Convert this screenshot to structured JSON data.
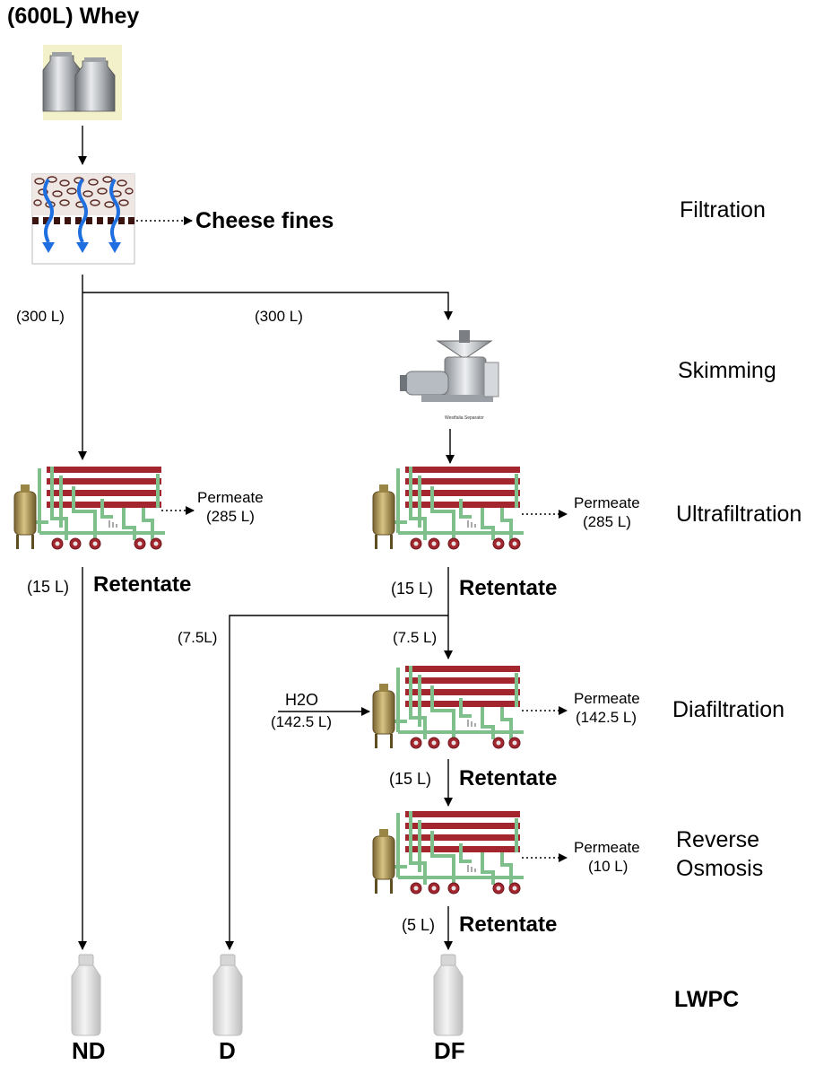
{
  "source": {
    "label": "(600L) Whey"
  },
  "filtration": {
    "waste": "Cheese fines"
  },
  "split": {
    "left_volume": "(300 L)",
    "right_volume": "(300 L)"
  },
  "stages": {
    "filtration": "Filtration",
    "skimming": "Skimming",
    "ultrafiltration": "Ultrafiltration",
    "diafiltration": "Diafiltration",
    "reverse_osmosis_line1": "Reverse",
    "reverse_osmosis_line2": "Osmosis",
    "lwpc": "LWPC"
  },
  "uf_left": {
    "permeate_label": "Permeate",
    "permeate_volume": "(285 L)",
    "retentate_volume": "(15 L)",
    "retentate_label": "Retentate"
  },
  "uf_right": {
    "permeate_label": "Permeate",
    "permeate_volume": "(285 L)",
    "retentate_volume": "(15 L)",
    "retentate_label": "Retentate"
  },
  "split2": {
    "left_volume": "(7.5L)",
    "right_volume": "(7.5 L)"
  },
  "diafiltration": {
    "water_label": "H2O",
    "water_volume": "(142.5 L)",
    "permeate_label": "Permeate",
    "permeate_volume": "(142.5 L)",
    "retentate_volume": "(15 L)",
    "retentate_label": "Retentate"
  },
  "reverse_osmosis": {
    "permeate_label": "Permeate",
    "permeate_volume": "(10 L)",
    "retentate_volume": "(5 L)",
    "retentate_label": "Retentate"
  },
  "products": {
    "nd": "ND",
    "d": "D",
    "df": "DF"
  },
  "separator_caption": "Westfalia Separator",
  "colors": {
    "pipe_red": "#a3252e",
    "pipe_green": "#7fbf8c",
    "tank_gold": "#b39a52",
    "filter_blue": "#1f6fe0",
    "bottle": "#e2e2e2"
  }
}
